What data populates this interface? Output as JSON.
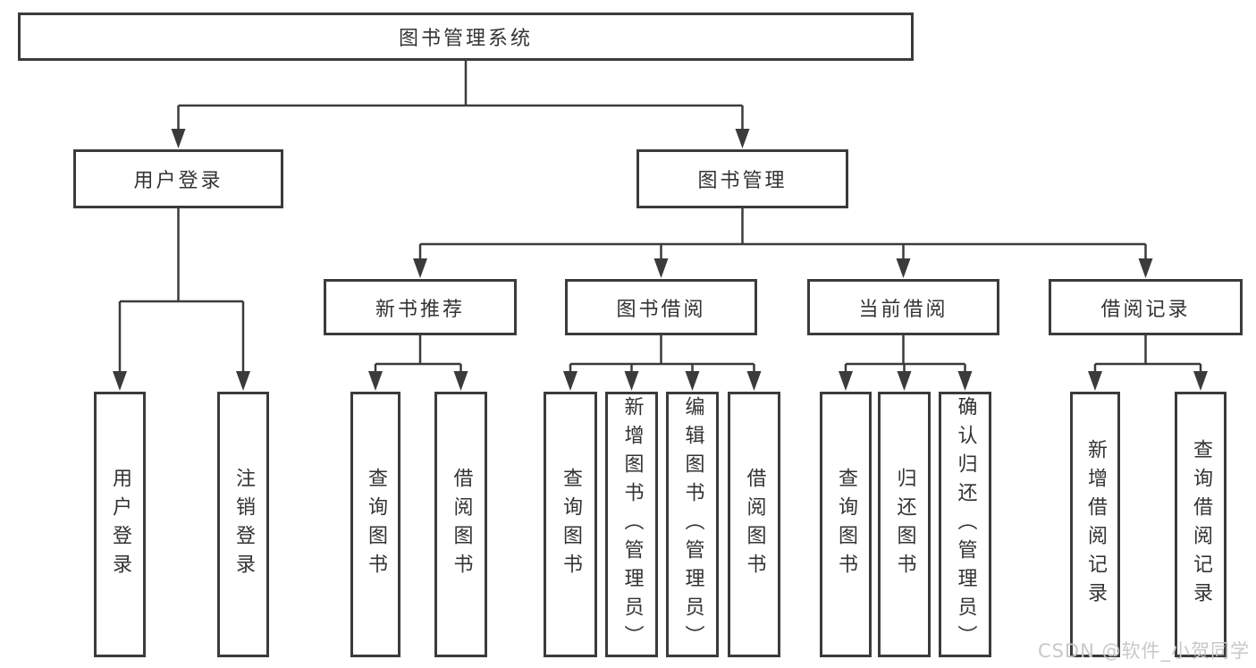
{
  "colors": {
    "line": "#3b3b3b",
    "text": "#333333",
    "box_bg": "#ffffff",
    "watermark": "#c8c8c8"
  },
  "tree": {
    "root": "图书管理系统",
    "branches": [
      {
        "label": "用户登录",
        "leaves": [
          "用户登录",
          "注销登录"
        ]
      },
      {
        "label": "图书管理",
        "groups": [
          {
            "label": "新书推荐",
            "leaves": [
              "查询图书",
              "借阅图书"
            ]
          },
          {
            "label": "图书借阅",
            "leaves": [
              "查询图书",
              "新增图书（管理员）",
              "编辑图书（管理员）",
              "借阅图书"
            ]
          },
          {
            "label": "当前借阅",
            "leaves": [
              "查询图书",
              "归还图书",
              "确认归还（管理员）"
            ]
          },
          {
            "label": "借阅记录",
            "leaves": [
              "新增借阅记录",
              "查询借阅记录"
            ]
          }
        ]
      }
    ]
  },
  "watermark": "CSDN @软件_小贺同学"
}
